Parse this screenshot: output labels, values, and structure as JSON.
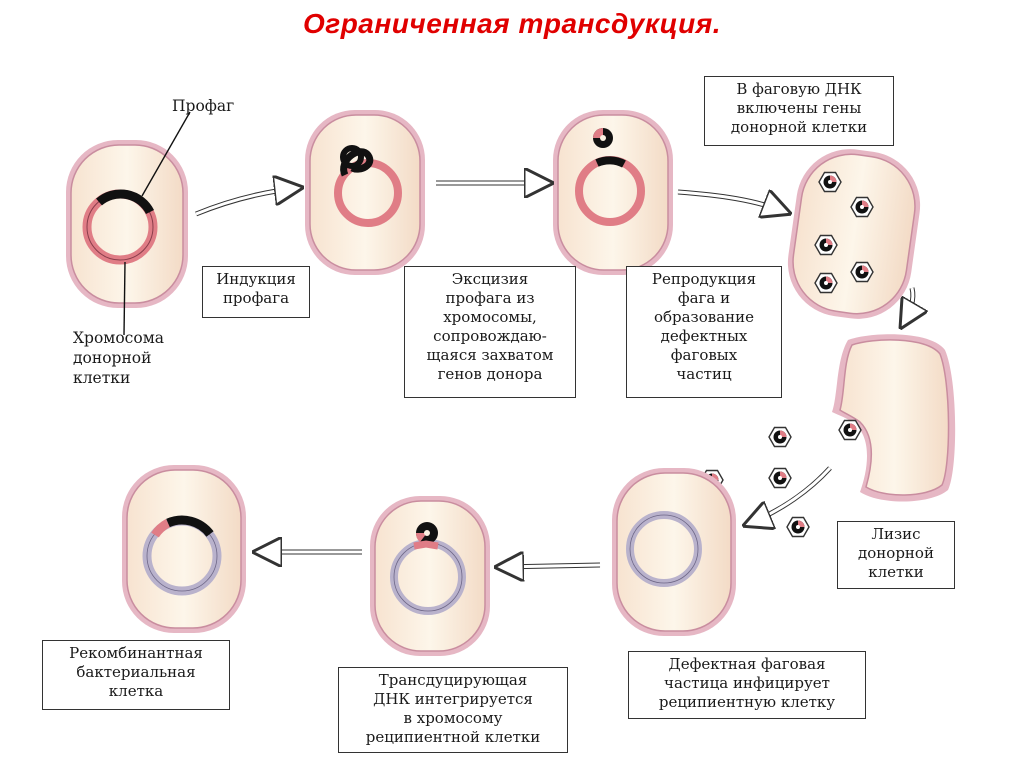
{
  "title": "Ограниченная трансдукция.",
  "labels": {
    "prophage": "Профаг",
    "donor_chromosome": "Хромосома\nдонорной\nклетки"
  },
  "steps": {
    "induction": "Индукция\nпрофага",
    "excision": "Эксцизия\nпрофага из\nхромосомы,\nсопровождаю-\nщаяся захватом\nгенов донора",
    "donor_genes": "В фаговую ДНК\nвключены гены\nдонорной клетки",
    "reproduction": "Репродукция\nфага и\nобразование\nдефектных\nфаговых\nчастиц",
    "lysis": "Лизис\nдонорной\nклетки",
    "infection": "Дефектная фаговая\nчастица инфицирует\nреципиентную клетку",
    "integration": "Трансдуцирующая\nДНК интегрируется\nв хромосому\nреципиентной клетки",
    "recombinant": "Рекомбинантная\nбактериальная\nклетка"
  },
  "colors": {
    "title": "#e00000",
    "cell_fill": "#fbf1e2",
    "cell_border": "#d9a1b3",
    "donor_ring": "#e07d86",
    "recipient_ring": "#b9b2cc",
    "phage_dna": "#111111"
  }
}
